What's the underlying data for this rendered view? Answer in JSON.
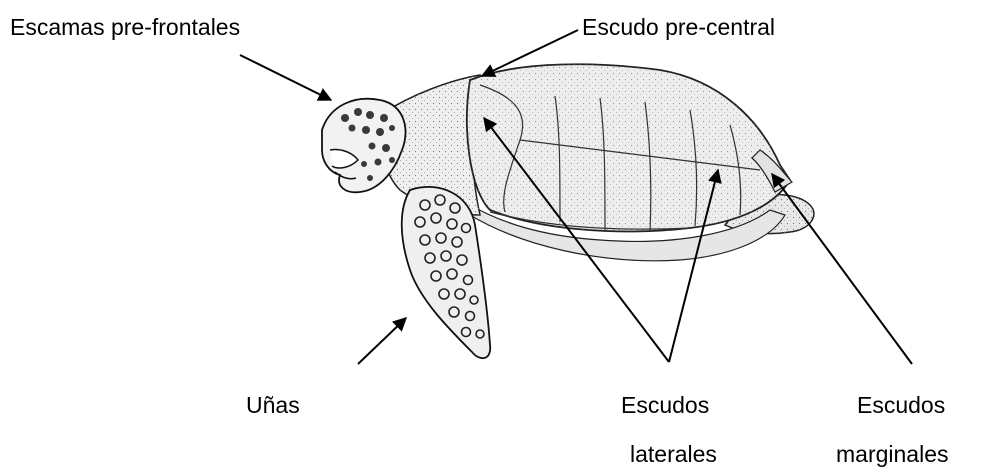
{
  "labels": {
    "pre_frontal": "Escamas pre-frontales",
    "pre_central": "Escudo pre-central",
    "unas": "Uñas",
    "laterales_1": "Escudos",
    "laterales_2": "laterales",
    "marginales_1": "Escudos",
    "marginales_2": "marginales"
  },
  "colors": {
    "ink": "#000000",
    "background": "#ffffff",
    "shell": "#ededed",
    "skin": "#f2f2f2",
    "scale": "#3a3a3a"
  },
  "icons": {
    "arrowhead": "arrowhead-icon"
  }
}
